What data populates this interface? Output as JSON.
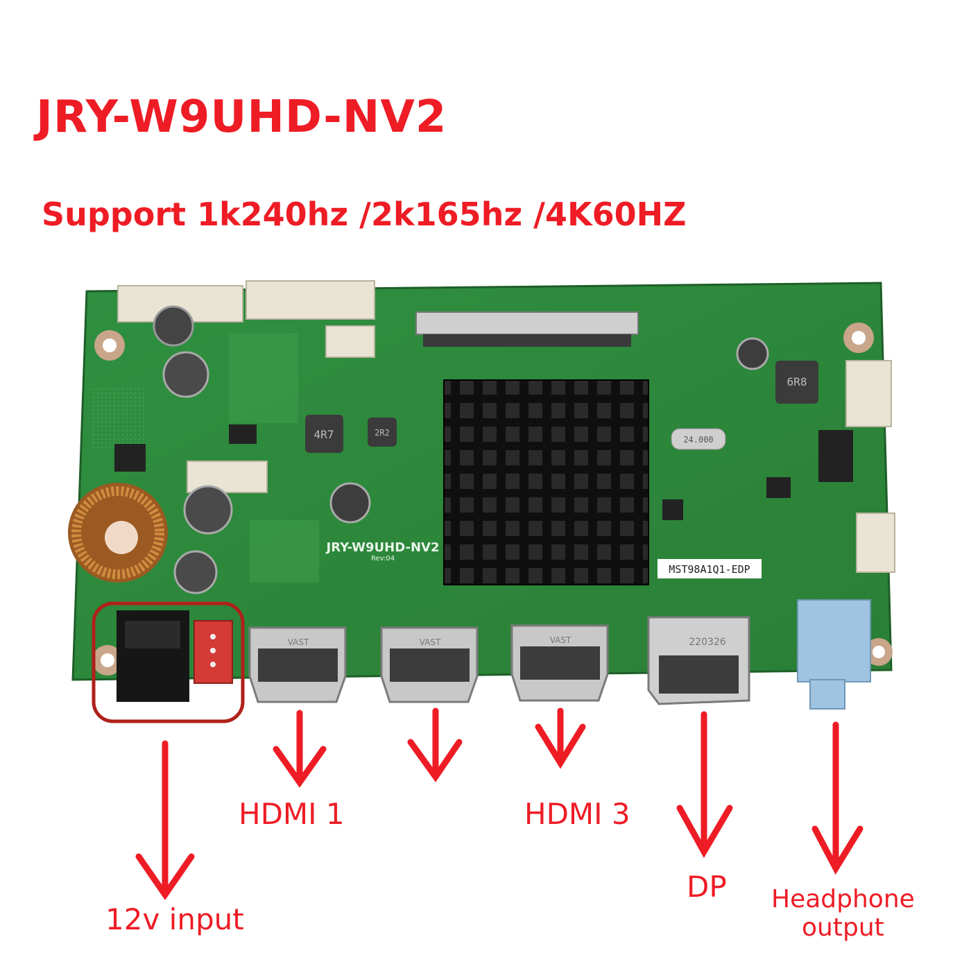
{
  "header": {
    "title": "JRY-W9UHD-NV2",
    "subtitle": "Support 1k240hz /2k165hz /4K60HZ"
  },
  "board": {
    "silkscreen_model": "JRY-W9UHD-NV2",
    "silkscreen_rev": "Rev:04",
    "chip_label": "MST98A1Q1-EDP",
    "inductor_1": "4R7",
    "inductor_2": "2R2",
    "inductor_3": "6R8",
    "crystal": "24.000",
    "dp_stamp": "220326",
    "hdmi_brand": "VAST",
    "colors": {
      "pcb": "#2f8a3b",
      "heatsink": "#1b1b1b",
      "annotation": "#ee1c25"
    }
  },
  "ports": [
    {
      "label": "12v input"
    },
    {
      "label": "HDMI 1"
    },
    {
      "label": ""
    },
    {
      "label": "HDMI 3"
    },
    {
      "label": "DP"
    },
    {
      "label": "Headphone\noutput"
    }
  ]
}
